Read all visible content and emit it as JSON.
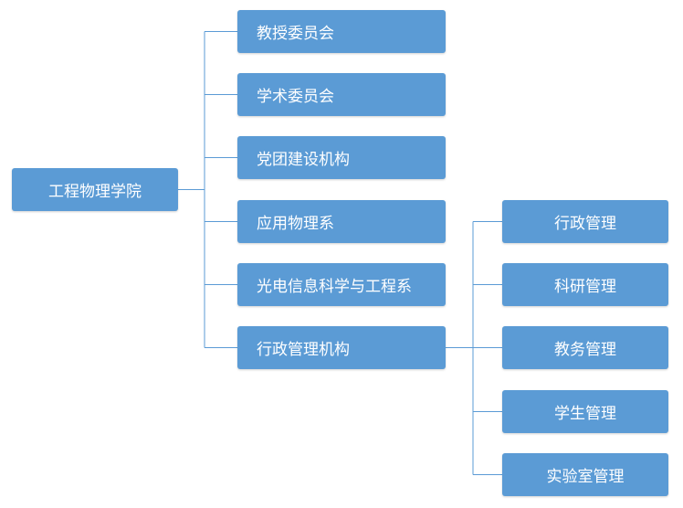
{
  "diagram": {
    "root": {
      "label": "工程物理学院"
    },
    "departments": [
      {
        "label": "教授委员会"
      },
      {
        "label": "学术委员会"
      },
      {
        "label": "党团建设机构"
      },
      {
        "label": "应用物理系"
      },
      {
        "label": "光电信息科学与工程系"
      },
      {
        "label": "行政管理机构"
      }
    ],
    "admin_units": [
      {
        "label": "行政管理"
      },
      {
        "label": "科研管理"
      },
      {
        "label": "教务管理"
      },
      {
        "label": "学生管理"
      },
      {
        "label": "实验室管理"
      }
    ],
    "colors": {
      "node_fill": "#5b9bd5",
      "node_text": "#ffffff",
      "connector": "#5b9bd5"
    }
  }
}
